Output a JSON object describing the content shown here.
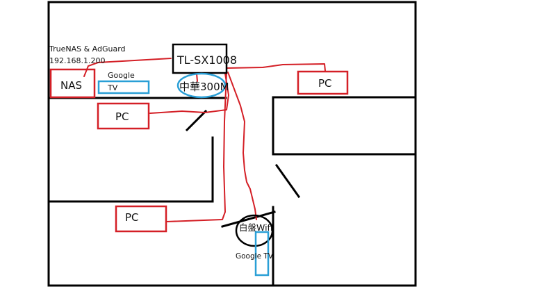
{
  "colors": {
    "wall": "#000000",
    "cable": "#d41f26",
    "device_box": "#d41f26",
    "tv_box": "#2a9fd6",
    "router_ring": "#2a9fd6",
    "background": "#ffffff"
  },
  "devices": {
    "nas_note_line1": "TrueNAS & AdGuard",
    "nas_note_line2": "192.168.1.200",
    "nas": "NAS",
    "switch": "TL-SX1008",
    "tv_top_label": "Google",
    "tv_top_box": "TV",
    "router_top": "中華300M",
    "pc_upper_left": "PC",
    "pc_right": "PC",
    "pc_lower_left": "PC",
    "wifi_router": "白盤Wifi",
    "tv_bottom": "Google TV"
  }
}
